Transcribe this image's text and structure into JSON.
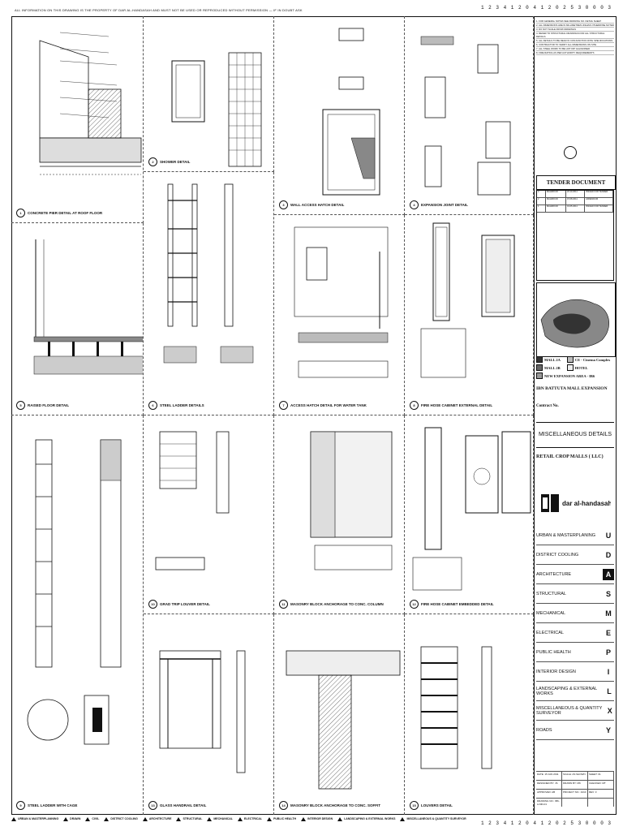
{
  "header": {
    "top_text": "ALL INFORMATION ON THIS DRAWING IS THE PROPERTY OF DAR AL-HANDASAH AND MUST NOT BE USED OR REPRODUCED WITHOUT PERMISSION — IF IN DOUBT ASK",
    "top_numbers": "1 2 3 4 1 2 0 4 1 2 0 2 5 3 0 0 0 3",
    "bottom_numbers": "1 2 3 4 1 2 0 4 1 2 0 2 5 3 0 0 0 3"
  },
  "panels": [
    {
      "num": "1",
      "title": "CONCRETE PIER DETAIL AT ROOF FLOOR"
    },
    {
      "num": "2",
      "title": "SHOWER DETAIL"
    },
    {
      "num": "3",
      "title": "WALL ACCESS HATCH DETAIL"
    },
    {
      "num": "4",
      "title": "EXPANSION JOINT DETAIL"
    },
    {
      "num": "5",
      "title": "RAISED FLOOR DETAIL"
    },
    {
      "num": "6",
      "title": "STEEL LADDER DETAILS"
    },
    {
      "num": "7",
      "title": "ACCESS HATCH DETAIL FOR WATER TANK"
    },
    {
      "num": "8",
      "title": "FIRE HOSE CABINET EXTERNAL DETAIL"
    },
    {
      "num": "9",
      "title": "STEEL LADDER WITH CAGE"
    },
    {
      "num": "10",
      "title": "GRAD TRIP LOUVER DETAIL"
    },
    {
      "num": "11",
      "title": "MASONRY BLOCK ANCHORAGE TO CONC. COLUMN"
    },
    {
      "num": "12",
      "title": "FIRE HOSE CABINET EMBEDDED DETAIL"
    },
    {
      "num": "13",
      "title": "GLASS HANDRAIL DETAIL"
    },
    {
      "num": "14",
      "title": "MASONRY BLOCK ANCHORAGE TO CONC. SOFFIT"
    },
    {
      "num": "15",
      "title": "LOUVERS DETAIL"
    }
  ],
  "title_block": {
    "notes": [
      "1. FOR GENERAL NOTES SEE DRAWING NO. DETAIL SHEET",
      "2. ALL DIMENSIONS ARE IN MILLIMETRES UNLESS OTHERWISE NOTED",
      "3. DO NOT SCALE FROM DRAWINGS",
      "4. REFER TO STRUCTURAL DRAWINGS FOR ALL STRUCTURAL DETAILS",
      "5. ALL DETAILS TO BE READ IN CONJUNCTION WITH SPECIFICATIONS",
      "6. CONTRACTOR TO VERIFY ALL DIMENSIONS ON SITE",
      "7. ALL STEEL WORK TO BE HOT DIP GALVANISED",
      "8. FIRE RATING AS PER AUTHORITY REQUIREMENTS"
    ],
    "tender": "TENDER DOCUMENT",
    "revisions": [
      {
        "rev": "3",
        "by": "MAHMOUD",
        "date": "22.10.2011",
        "desc": "ISSUED FOR TENDER"
      },
      {
        "rev": "2",
        "by": "MAHMOUD",
        "date": "15.08.2011",
        "desc": "ADDENDUM"
      },
      {
        "rev": "1",
        "by": "MAHMOUD",
        "date": "01.05.2011",
        "desc": "ISSUED FOR TENDER"
      }
    ],
    "legend": [
      {
        "label": "MALL 2A",
        "label2": "CE - Cinema Complex"
      },
      {
        "label": "MALL 2B",
        "label2": "HOTEL"
      },
      {
        "label": "NEW EXPANSION AREA - IB6",
        "label2": ""
      }
    ],
    "project": "IBN BATTUTA MALL EXPANSION",
    "contract": "Contract No.",
    "sheet_title": "MISCELLANEOUS DETAILS",
    "client": "RETAIL CROP MALLS ( LLC)",
    "firm": "dar al-handasah",
    "disciplines": [
      {
        "name": "URBAN & MASTERPLANING",
        "code": "U",
        "active": false
      },
      {
        "name": "DISTRICT COOLING",
        "code": "D",
        "active": false
      },
      {
        "name": "ARCHITECTURE",
        "code": "A",
        "active": true
      },
      {
        "name": "STRUCTURAL",
        "code": "S",
        "active": false
      },
      {
        "name": "MECHANICAL",
        "code": "M",
        "active": false
      },
      {
        "name": "ELECTRICAL",
        "code": "E",
        "active": false
      },
      {
        "name": "PUBLIC HEALTH",
        "code": "P",
        "active": false
      },
      {
        "name": "INTERIOR DESIGN",
        "code": "I",
        "active": false
      },
      {
        "name": "LANDSCAPING & EXTERNAL WORKS",
        "code": "L",
        "active": false
      },
      {
        "name": "MISCELLANEOUS & QUANTITY SURVEYOR",
        "code": "X",
        "active": false
      },
      {
        "name": "ROADS",
        "code": "Y",
        "active": false
      }
    ],
    "info_rows": [
      [
        "DATE: 15 JAN 2011",
        "SCALE: AS SHOWN",
        "SHEET: 01"
      ],
      [
        "DESIGNED BY: JS",
        "DRAWN BY: MK",
        "CHECKED: MT"
      ],
      [
        "APPROVED: AB",
        "PROJECT NO.: 4210",
        "REV: 3"
      ],
      [
        "DRAWING NO.: IB6-A-MD-01",
        "",
        ""
      ]
    ]
  },
  "footer": [
    "URBAN & MASTERPLANNING",
    "DRAWN",
    "CIVIL",
    "DISTRICT COOLING",
    "ARCHITECTURE",
    "STRUCTURAL",
    "MECHANICAL",
    "ELECTRICAL",
    "PUBLIC HEALTH",
    "INTERIOR DESIGN",
    "LANDSCAPING & EXTERNAL WORKS",
    "MISCELLANEOUS & QUANTITY SURVEYOR"
  ]
}
